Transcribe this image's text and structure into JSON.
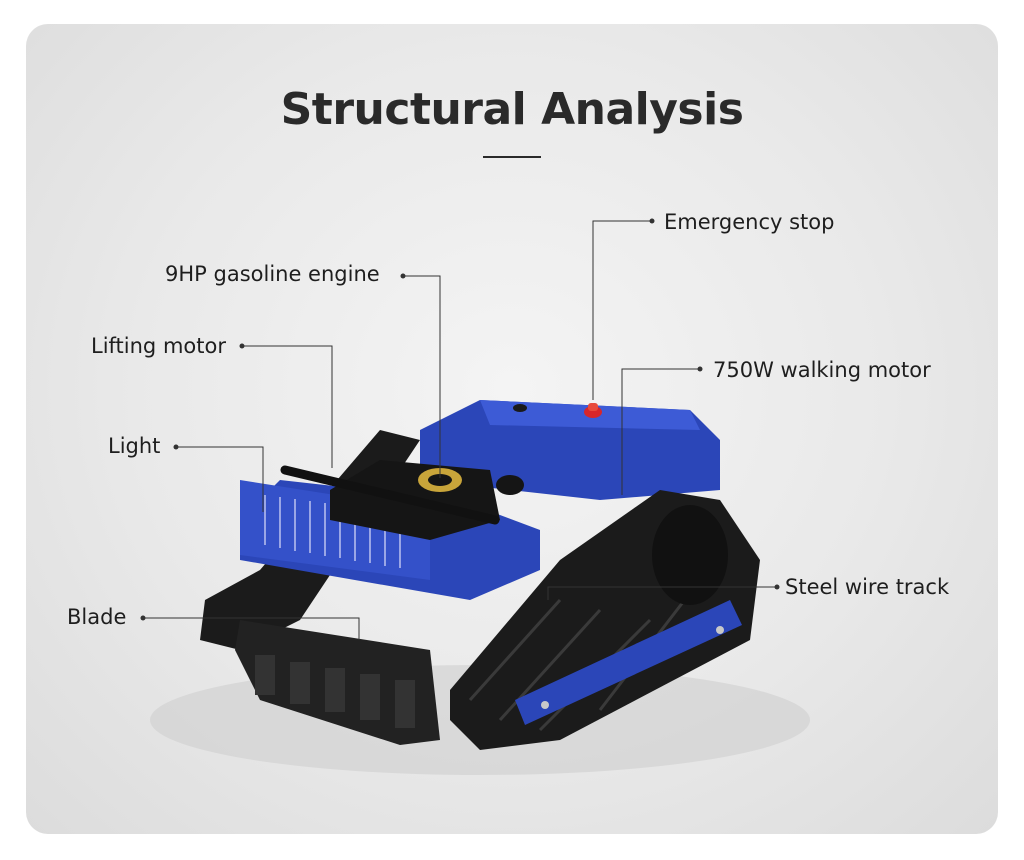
{
  "title": "Structural Analysis",
  "labels": {
    "emergency_stop": "Emergency stop",
    "engine": "9HP gasoline engine",
    "lifting_motor": "Lifting motor",
    "walking_motor": "750W walking motor",
    "light": "Light",
    "steel_track": "Steel wire track",
    "blade": "Blade"
  },
  "colors": {
    "body_blue": "#2b46b8",
    "track_black": "#1b1b1b",
    "title_text": "#2a2a2a",
    "stop_red": "#d8262a"
  }
}
